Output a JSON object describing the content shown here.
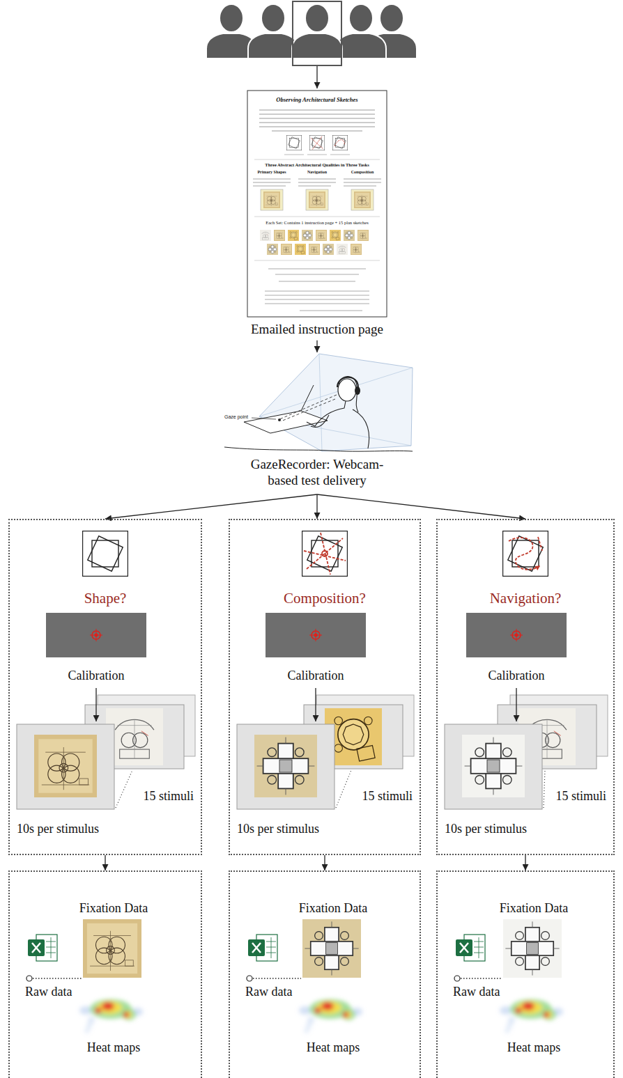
{
  "diagram": {
    "nodes": [
      {
        "text": [
          "Emailed instruction page"
        ]
      },
      {
        "text": [
          "GazeRecorder: Webcam-based test delivery"
        ]
      },
      {
        "text": [
          "Shape?"
        ]
      },
      {
        "text": [
          "Calibration"
        ],
        "in": 2
      },
      {
        "text": [
          "15 stimuli",
          "10s per stimulus"
        ],
        "in": 2
      },
      {
        "text": [
          "Composition?"
        ]
      },
      {
        "text": [
          "Calibration"
        ],
        "in": 5
      },
      {
        "text": [
          "15 stimuli",
          "10s per stimulus"
        ],
        "in": 5
      },
      {
        "text": [
          "Navigation?"
        ]
      },
      {
        "text": [
          "Calibration"
        ],
        "in": 8
      },
      {
        "text": [
          "15 stimuli",
          "10s per stimulus"
        ],
        "in": 8
      },
      {
        "text": [
          "Fixation Data",
          "Raw data",
          "Heat maps"
        ]
      },
      {
        "text": [
          "Fixation Data",
          "Raw data",
          "Heat maps"
        ]
      },
      {
        "text": [
          "Fixation Data",
          "Raw data",
          "Heat maps"
        ]
      }
    ],
    "edges": [
      {
        "from": 0,
        "to": 1,
        "arrow": "to"
      },
      {
        "from": 1,
        "to": 2,
        "arrow": "to"
      },
      {
        "from": 1,
        "to": 5,
        "arrow": "to"
      },
      {
        "from": 1,
        "to": 8,
        "arrow": "to"
      },
      {
        "from": 3,
        "to": 4,
        "arrow": "to"
      },
      {
        "from": 6,
        "to": 7,
        "arrow": "to"
      },
      {
        "from": 9,
        "to": 10,
        "arrow": "to"
      },
      {
        "from": 2,
        "to": 11,
        "arrow": "to"
      },
      {
        "from": 5,
        "to": 12,
        "arrow": "to"
      },
      {
        "from": 8,
        "to": 13,
        "arrow": "to"
      }
    ],
    "labels": [
      "Observing Architectural Sketches",
      "Three Abstract Architectural Qualities in Three Tasks",
      "Primary Shapes",
      "Navigation",
      "Composition",
      "Each Set: Contains 1 instruction page + 15 plan sketches",
      "Gaze point"
    ]
  }
}
